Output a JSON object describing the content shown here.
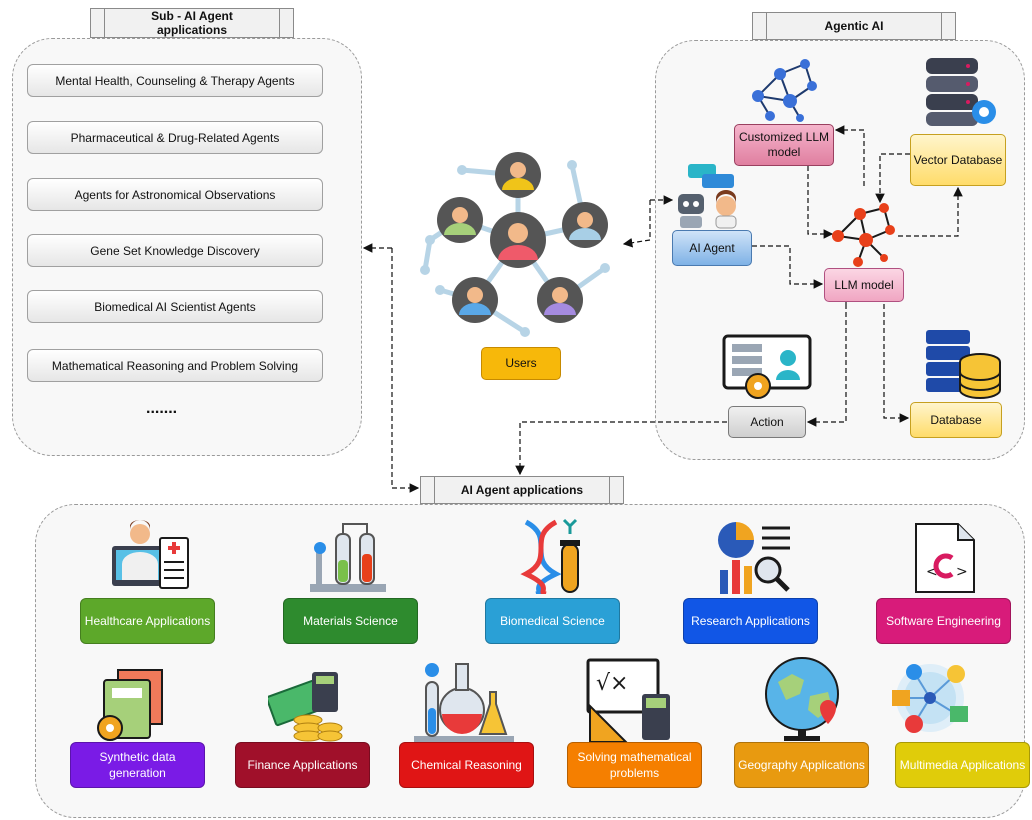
{
  "sub_panel": {
    "title": "Sub - AI Agent applications",
    "items": [
      "Mental Health, Counseling & Therapy Agents",
      "Pharmaceutical & Drug-Related Agents",
      "Agents for Astronomical Observations",
      "Gene Set Knowledge Discovery",
      "Biomedical AI Scientist Agents",
      "Mathematical Reasoning and Problem Solving"
    ],
    "ellipsis": "......."
  },
  "users": {
    "label": "Users"
  },
  "agentic_panel": {
    "title": "Agentic AI",
    "customized_llm": "Customized LLM model",
    "vector_db": "Vector Database",
    "ai_agent": "AI Agent",
    "llm_model": "LLM model",
    "action": "Action",
    "database": "Database"
  },
  "apps_panel": {
    "title": "AI Agent applications",
    "row1": [
      {
        "label": "Healthcare Applications",
        "color": "#5da82a"
      },
      {
        "label": "Materials Science",
        "color": "#2e8b2e"
      },
      {
        "label": "Biomedical Science",
        "color": "#2aa0d6"
      },
      {
        "label": "Research Applications",
        "color": "#1156e6"
      },
      {
        "label": "Software Engineering",
        "color": "#d81b7a"
      }
    ],
    "row2": [
      {
        "label": "Synthetic data generation",
        "color": "#7a1be6"
      },
      {
        "label": "Finance Applications",
        "color": "#a0102a"
      },
      {
        "label": "Chemical Reasoning",
        "color": "#e01515"
      },
      {
        "label": "Solving mathematical problems",
        "color": "#f57f00"
      },
      {
        "label": "Geography Applications",
        "color": "#e89a10"
      },
      {
        "label": "Multimedia Applications",
        "color": "#e0cc0a"
      }
    ]
  }
}
